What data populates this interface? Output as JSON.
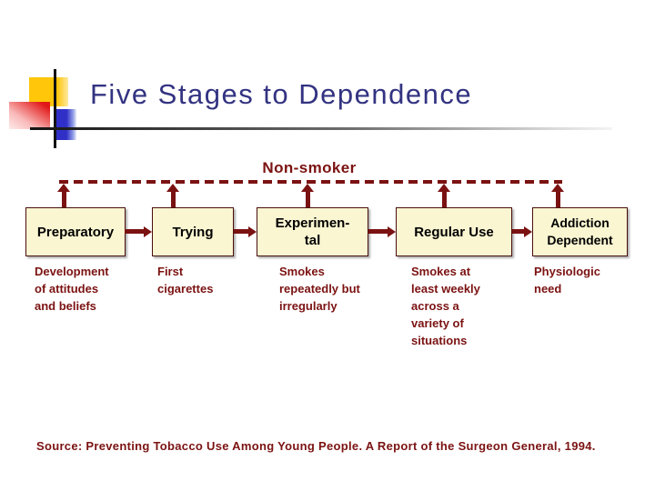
{
  "slide": {
    "title": "Five Stages to Dependence",
    "top_label": "Non-smoker",
    "source": "Source: Preventing Tobacco Use Among Young People. A Report of the Surgeon General, 1994."
  },
  "colors": {
    "maroon": "#7B1212",
    "box-fill": "#FAF6D2",
    "box-border": "#4A0E0E",
    "title-blue": "#333382",
    "logo-yellow": "#FFC60A",
    "logo-blue": "#3030C8",
    "logo-red": "#E21717"
  },
  "stages": [
    {
      "label": "Preparatory",
      "description": "Development\nof attitudes\nand beliefs"
    },
    {
      "label": "Trying",
      "description": "First\ncigarettes"
    },
    {
      "label": "Experimen-\ntal",
      "description": "Smokes\nrepeatedly but\nirregularly"
    },
    {
      "label": "Regular Use",
      "description": "Smokes at\nleast weekly\nacross a\nvariety of\nsituations"
    },
    {
      "label": "Addiction\nDependent",
      "description": "Physiologic\nneed"
    }
  ]
}
